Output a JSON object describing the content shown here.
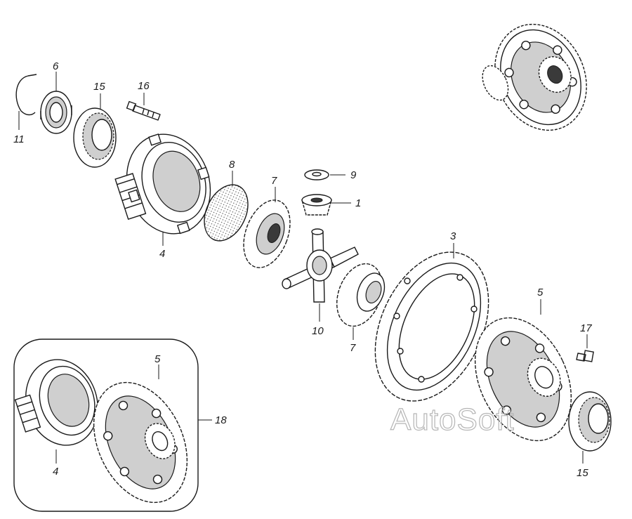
{
  "diagram": {
    "labels": {
      "l1": "1",
      "l3": "3",
      "l4a": "4",
      "l4b": "4",
      "l5a": "5",
      "l5b": "5",
      "l6": "6",
      "l7a": "7",
      "l7b": "7",
      "l8": "8",
      "l9": "9",
      "l10": "10",
      "l11": "11",
      "l15a": "15",
      "l15b": "15",
      "l16": "16",
      "l17": "17",
      "l18": "18"
    },
    "watermark": "AutoSoft"
  }
}
